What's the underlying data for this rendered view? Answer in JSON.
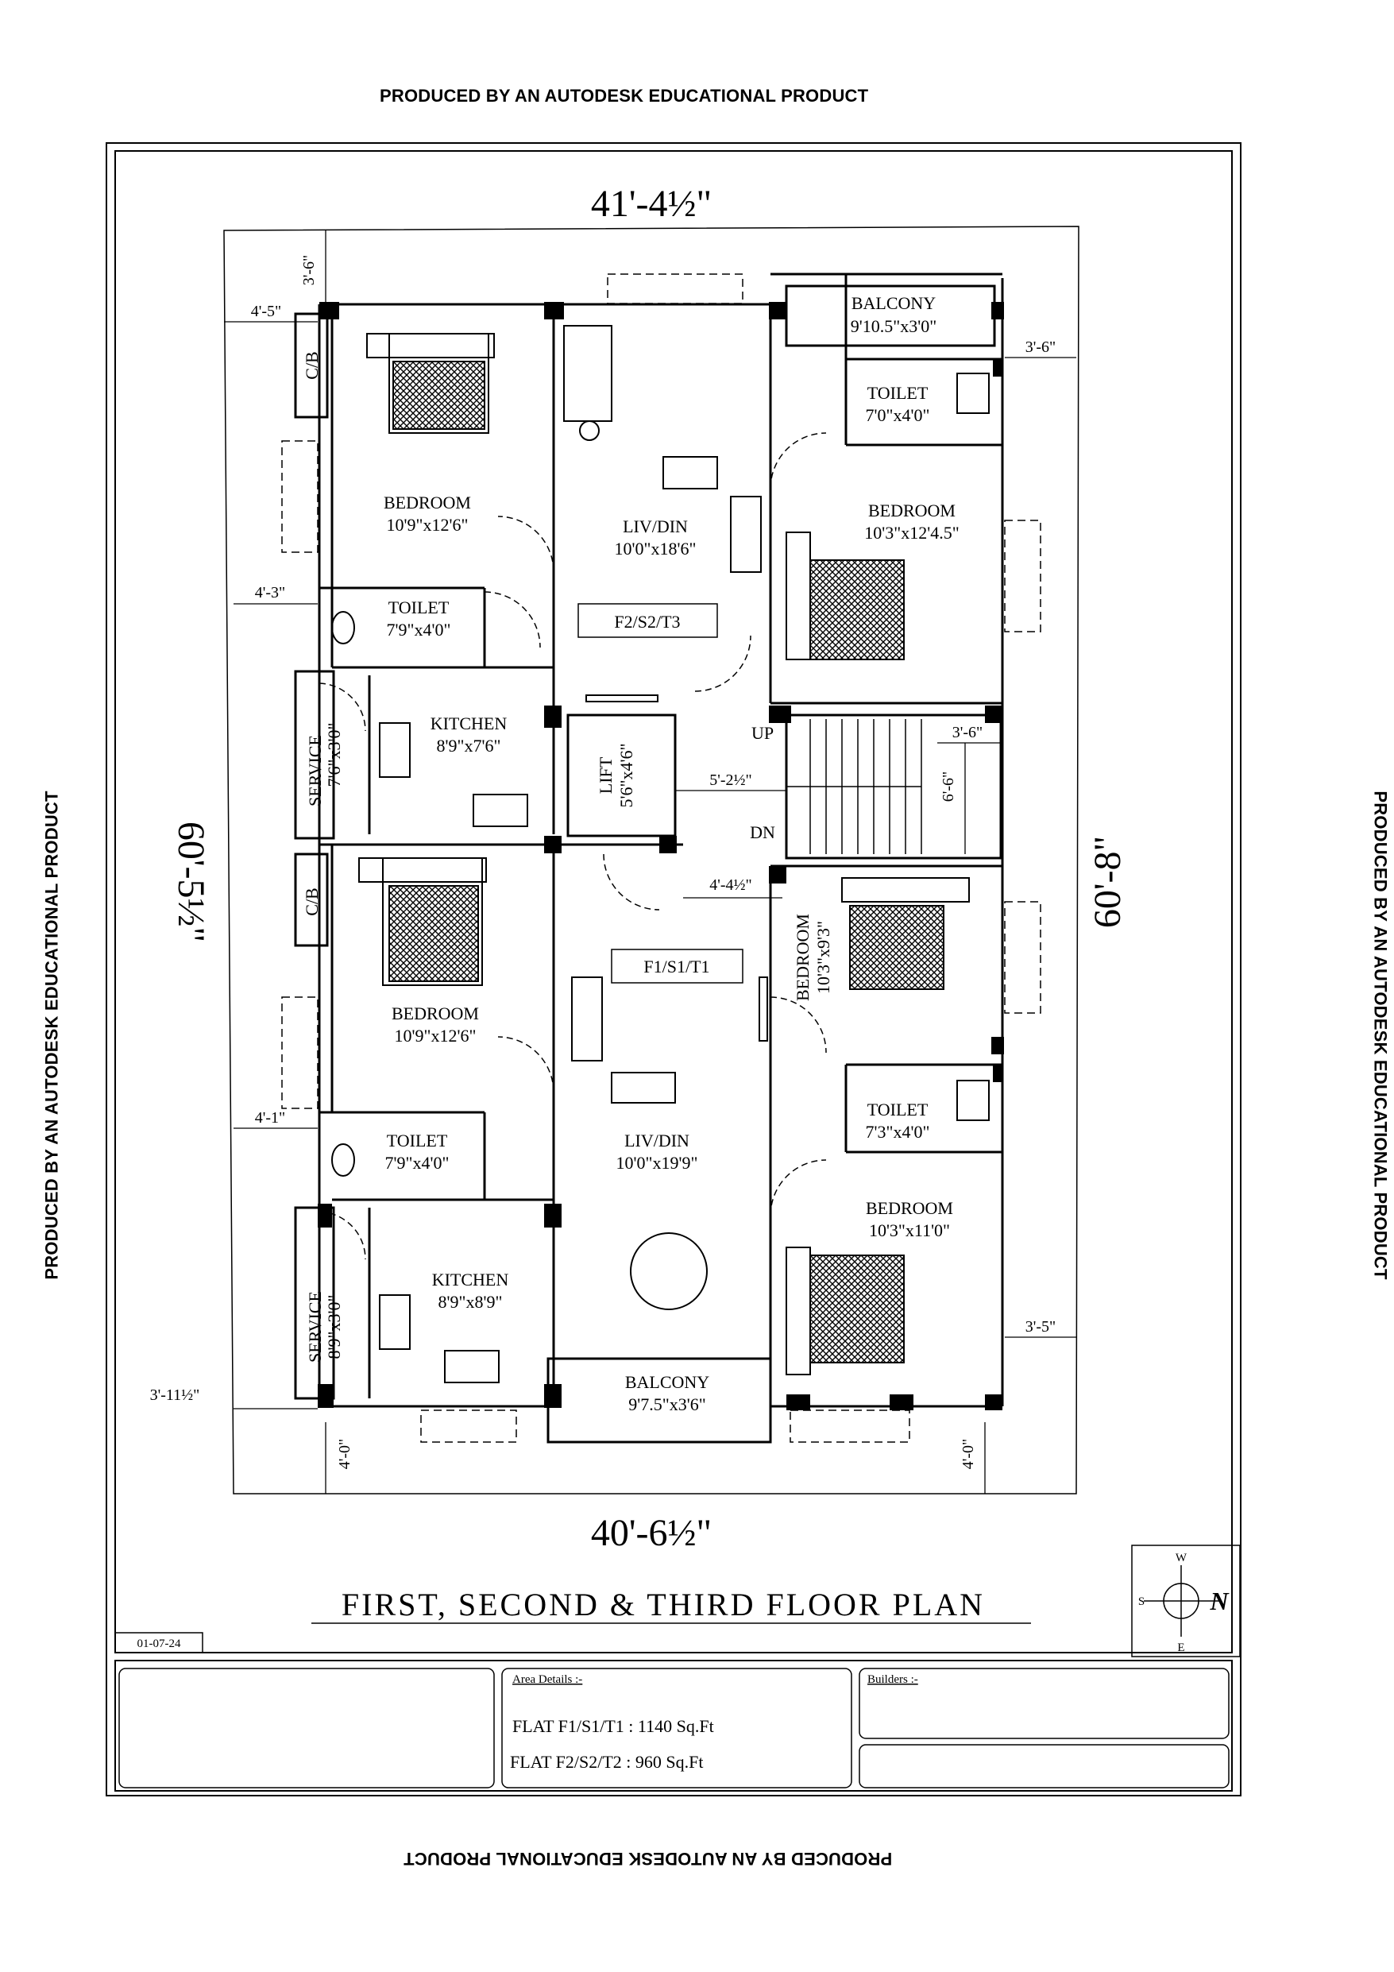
{
  "watermark": "PRODUCED BY AN AUTODESK EDUCATIONAL PRODUCT",
  "title": "FIRST, SECOND & THIRD FLOOR PLAN",
  "date": "01-07-24",
  "site_dims": {
    "top": "41'-4½\"",
    "bottom": "40'-6½\"",
    "left": "60'-5½\"",
    "right": "60'-8\""
  },
  "setbacks": {
    "top_left_v": "3'-6\"",
    "top_left_h": "4'-5\"",
    "right_top": "3'-6\"",
    "left_mid1": "4'-3\"",
    "left_mid2": "4'-1\"",
    "left_bottom": "3'-11½\"",
    "bottom_left": "4'-0\"",
    "bottom_right": "4'-0\"",
    "right_bottom": "3'-5\"",
    "stair_w": "3'-6\"",
    "stair_h": "6'-6\"",
    "lobby_w": "5'-2½\"",
    "lobby_w2": "4'-4½\""
  },
  "rooms": {
    "balcony_top": {
      "name": "BALCONY",
      "size": "9'10.5\"x3'0\""
    },
    "toilet_tr": {
      "name": "TOILET",
      "size": "7'0\"x4'0\""
    },
    "bedroom_tl": {
      "name": "BEDROOM",
      "size": "10'9\"x12'6\""
    },
    "livdin_top": {
      "name": "LIV/DIN",
      "size": "10'0\"x18'6\""
    },
    "bedroom_tr": {
      "name": "BEDROOM",
      "size": "10'3\"x12'4.5\""
    },
    "toilet_tl": {
      "name": "TOILET",
      "size": "7'9\"x4'0\""
    },
    "flat_top": "F2/S2/T3",
    "cb_top": "C/B",
    "kitchen_top": {
      "name": "KITCHEN",
      "size": "8'9\"x7'6\""
    },
    "service_top": {
      "name": "SERVICE",
      "size": "7'6\"x3'0\""
    },
    "lift": {
      "name": "LIFT",
      "size": "5'6\"x4'6\""
    },
    "up": "UP",
    "dn": "DN",
    "cb_bottom": "C/B",
    "bedroom_ml": {
      "name": "BEDROOM",
      "size": "10'9\"x12'6\""
    },
    "bedroom_mr": {
      "name": "BEDROOM",
      "size": "10'3\"x9'3\""
    },
    "flat_bottom": "F1/S1/T1",
    "toilet_ml": {
      "name": "TOILET",
      "size": "7'9\"x4'0\""
    },
    "toilet_mr": {
      "name": "TOILET",
      "size": "7'3\"x4'0\""
    },
    "livdin_bottom": {
      "name": "LIV/DIN",
      "size": "10'0\"x19'9\""
    },
    "bedroom_br": {
      "name": "BEDROOM",
      "size": "10'3\"x11'0\""
    },
    "kitchen_bottom": {
      "name": "KITCHEN",
      "size": "8'9\"x8'9\""
    },
    "service_bottom": {
      "name": "SERVICE",
      "size": "8'9\"x3'0\""
    },
    "balcony_bottom": {
      "name": "BALCONY",
      "size": "9'7.5\"x3'6\""
    }
  },
  "compass": {
    "w": "W",
    "s": "S",
    "e": "E",
    "n": "N"
  },
  "title_block": {
    "area_heading": "Area Details :-",
    "area_line1": "FLAT  F1/S1/T1  :  1140  Sq.Ft",
    "area_line2": "FLAT  F2/S2/T2  :    960  Sq.Ft",
    "builders_heading": "Builders :-"
  }
}
